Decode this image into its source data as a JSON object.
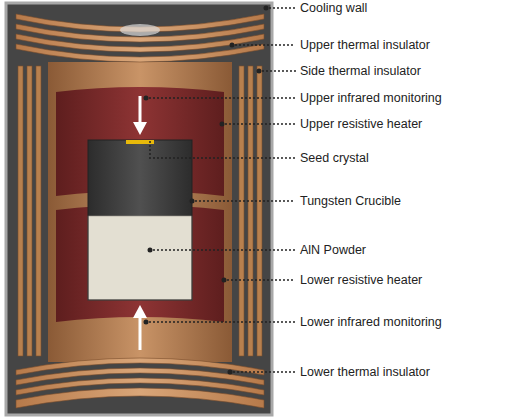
{
  "diagram": {
    "labels": [
      "Cooling wall",
      "Upper thermal insulator",
      "Side thermal insulator",
      "Upper infrared monitoring",
      "Upper resistive heater",
      "Seed crystal",
      "Tungsten Crucible",
      "AlN Powder",
      "Lower resistive heater",
      "Lower infrared monitoring",
      "Lower thermal insulator"
    ]
  }
}
